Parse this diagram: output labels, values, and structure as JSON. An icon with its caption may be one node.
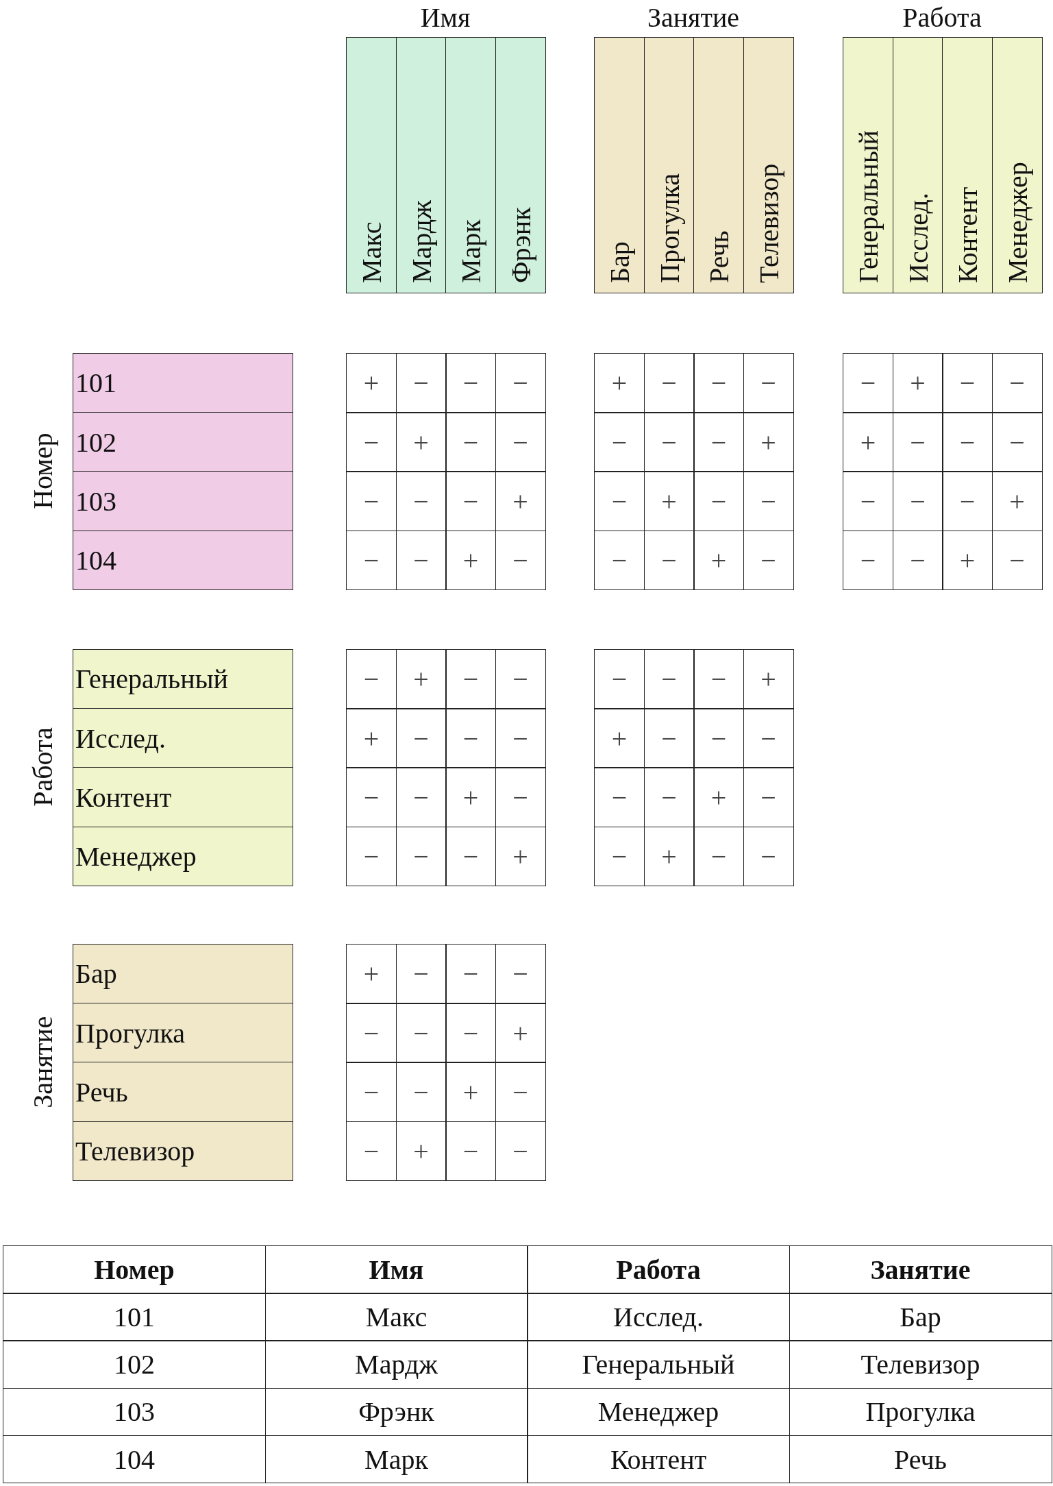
{
  "diagram": {
    "labels": [
      "Имя",
      "Занятие",
      "Работа",
      "Макс",
      "Мардж",
      "Марк",
      "Фрэнк",
      "Бар",
      "Прогулка",
      "Речь",
      "Телевизор",
      "Генеральный",
      "Исслед.",
      "Контент",
      "Менеджер",
      "Номер",
      "101",
      "+",
      "−",
      "−",
      "−",
      "+",
      "−",
      "−",
      "−",
      "−",
      "+",
      "−",
      "−",
      "102",
      "−",
      "+",
      "−",
      "−",
      "−",
      "−",
      "−",
      "+",
      "+",
      "−",
      "−",
      "−",
      "103",
      "−",
      "−",
      "−",
      "+",
      "−",
      "+",
      "−",
      "−",
      "−",
      "−",
      "−",
      "+",
      "104",
      "−",
      "−",
      "+",
      "−",
      "−",
      "−",
      "+",
      "−",
      "−",
      "−",
      "+",
      "−",
      "Работа",
      "Генеральный",
      "−",
      "+",
      "−",
      "−",
      "−",
      "−",
      "−",
      "+",
      "Исслед.",
      "+",
      "−",
      "−",
      "−",
      "+",
      "−",
      "−",
      "−",
      "Контент",
      "−",
      "−",
      "+",
      "−",
      "−",
      "−",
      "+",
      "−",
      "Менеджер",
      "−",
      "−",
      "−",
      "+",
      "−",
      "+",
      "−",
      "−",
      "Занятие",
      "Бар",
      "+",
      "−",
      "−",
      "−",
      "Прогулка",
      "−",
      "−",
      "−",
      "+",
      "Речь",
      "−",
      "−",
      "+",
      "−",
      "Телевизор",
      "−",
      "+",
      "−",
      "−",
      "Номер",
      "Имя",
      "Работа",
      "Занятие",
      "101",
      "Макс",
      "Исслед.",
      "Бар",
      "102",
      "Мардж",
      "Генеральный",
      "Телевизор",
      "103",
      "Фрэнк",
      "Менеджер",
      "Прогулка",
      "104",
      "Марк",
      "Контент",
      "Речь"
    ]
  }
}
